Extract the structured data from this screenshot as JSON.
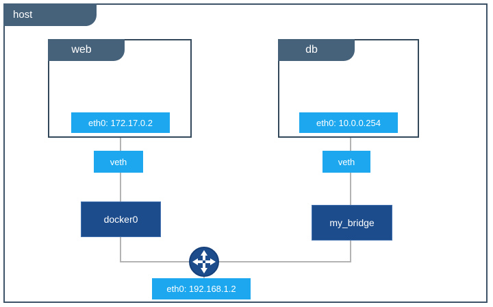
{
  "diagram": {
    "host": {
      "label": "host"
    },
    "containers": [
      {
        "name": "web",
        "interface": "eth0: 172.17.0.2",
        "veth": "veth",
        "bridge": "docker0"
      },
      {
        "name": "db",
        "interface": "eth0: 10.0.0.254",
        "veth": "veth",
        "bridge": "my_bridge"
      }
    ],
    "gateway": {
      "icon": "router-icon",
      "interface": "eth0: 192.168.1.2"
    },
    "colors": {
      "tab": "#46617a",
      "frame_border": "#3c5367",
      "interface_blue": "#1ca7ef",
      "bridge_navy": "#1c4c8c",
      "connector": "#b3b3b3"
    }
  }
}
